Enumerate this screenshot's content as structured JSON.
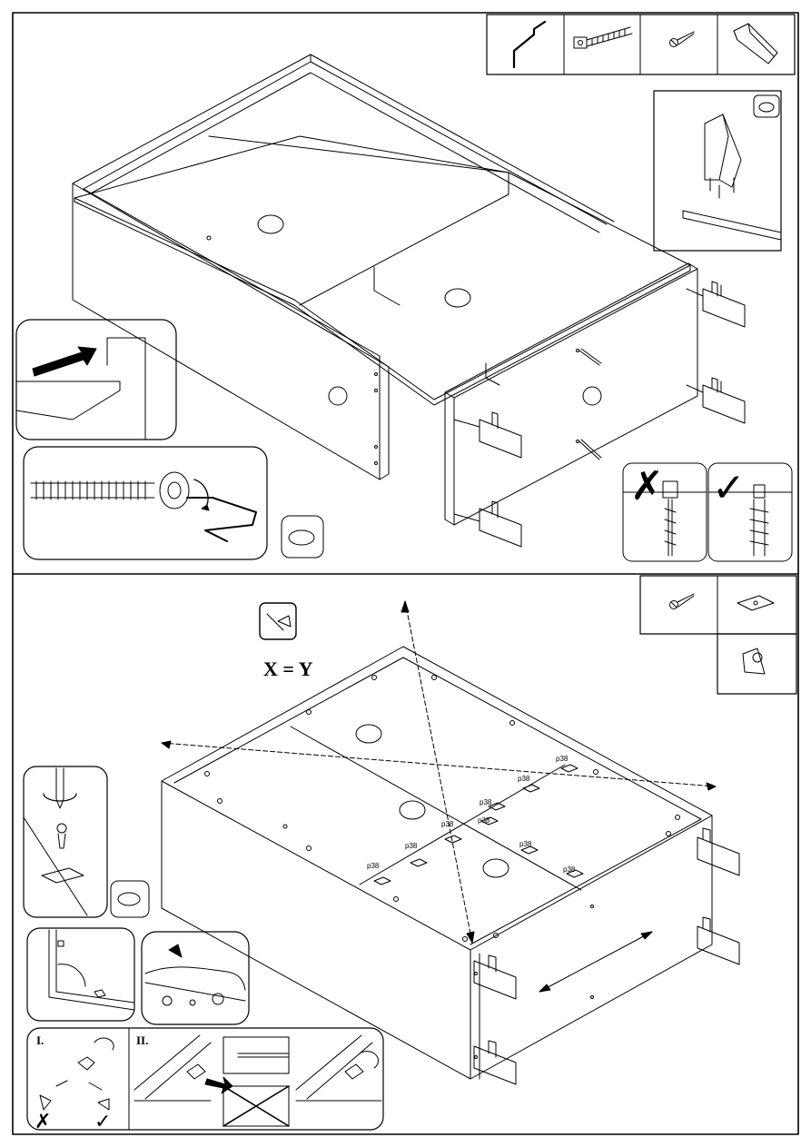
{
  "step_bottom": {
    "equation": "X = Y",
    "screw_label": "p38",
    "insets": [
      "I.",
      "II."
    ]
  },
  "marks": {
    "wrong": "✗",
    "right": "✓"
  },
  "icons": [
    "hex-key-icon",
    "dowel-screw-icon",
    "wood-screw-icon",
    "corner-bracket-icon",
    "metal-plate-icon",
    "plastic-corner-icon",
    "rotate-icon",
    "square-icon"
  ]
}
